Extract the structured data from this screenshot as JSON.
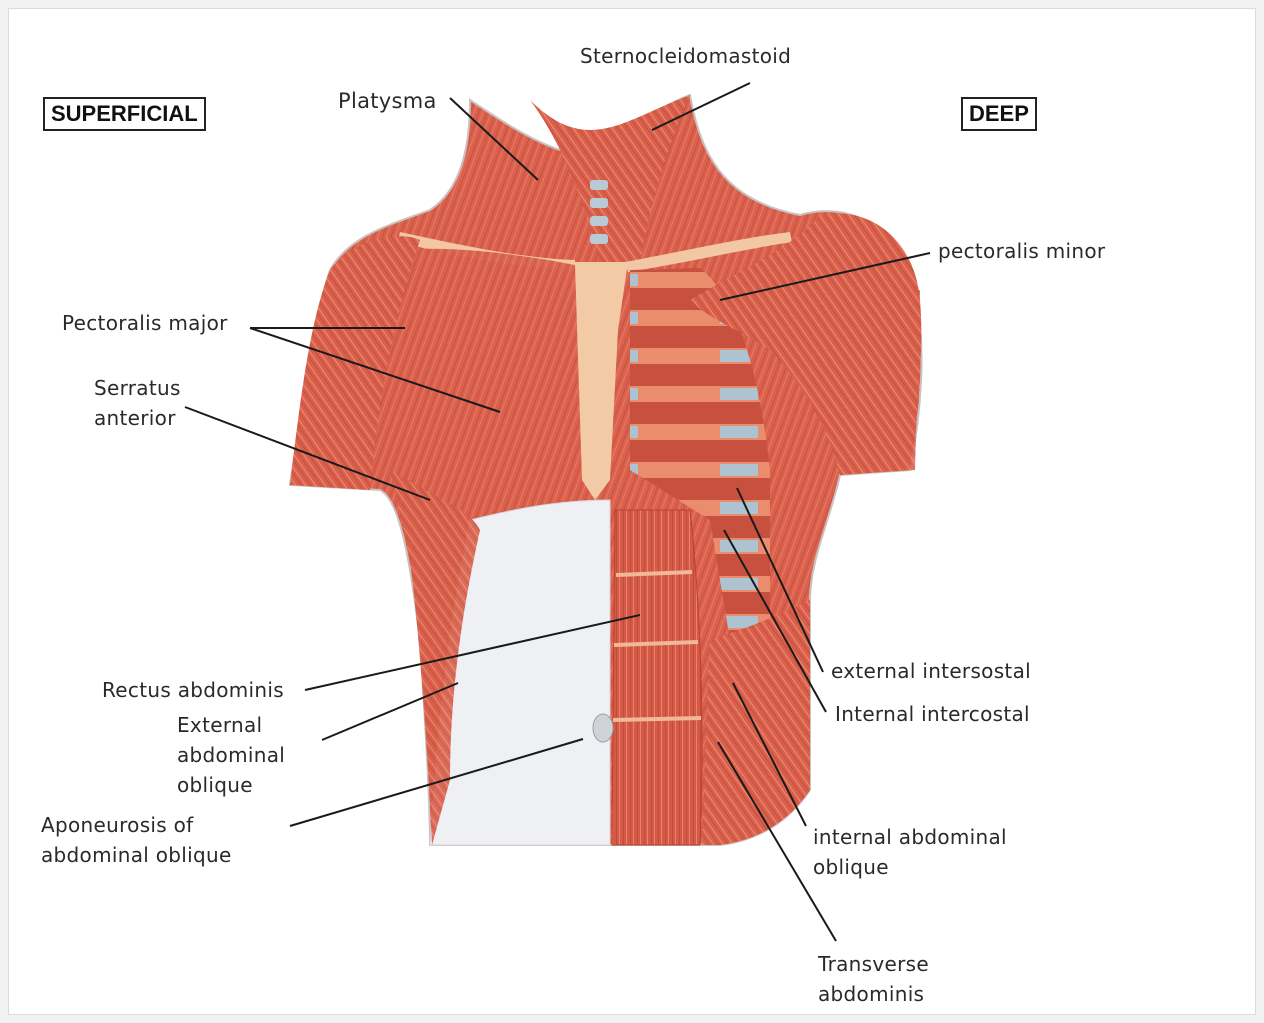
{
  "headers": {
    "superficial": "SUPERFICIAL",
    "deep": "DEEP"
  },
  "labels": {
    "sternocleidomastoid": "Sternocleidomastoid",
    "platysma": "Platysma",
    "pectoralis_minor": "pectoralis minor",
    "pectoralis_major": "Pectoralis major",
    "serratus_anterior": "Serratus\nanterior",
    "rectus_abdominis": "Rectus abdominis",
    "external_abdominal_oblique": "External\nabdominal\noblique",
    "aponeurosis": "Aponeurosis of\nabdominal oblique",
    "external_intercostal": "external intersostal",
    "internal_intercostal": "Internal intercostal",
    "internal_abdominal_oblique": "internal abdominal\noblique",
    "transverse_abdominis": "Transverse\nabdominis"
  },
  "colors": {
    "muscle": "#d9614e",
    "muscle_light": "#ec8a72",
    "muscle_dark": "#b5402f",
    "tendon": "#f3c6a2",
    "aponeurosis": "#eef0f3",
    "cartilage": "#a9bfcf",
    "leader_line": "#1a1a1a"
  }
}
